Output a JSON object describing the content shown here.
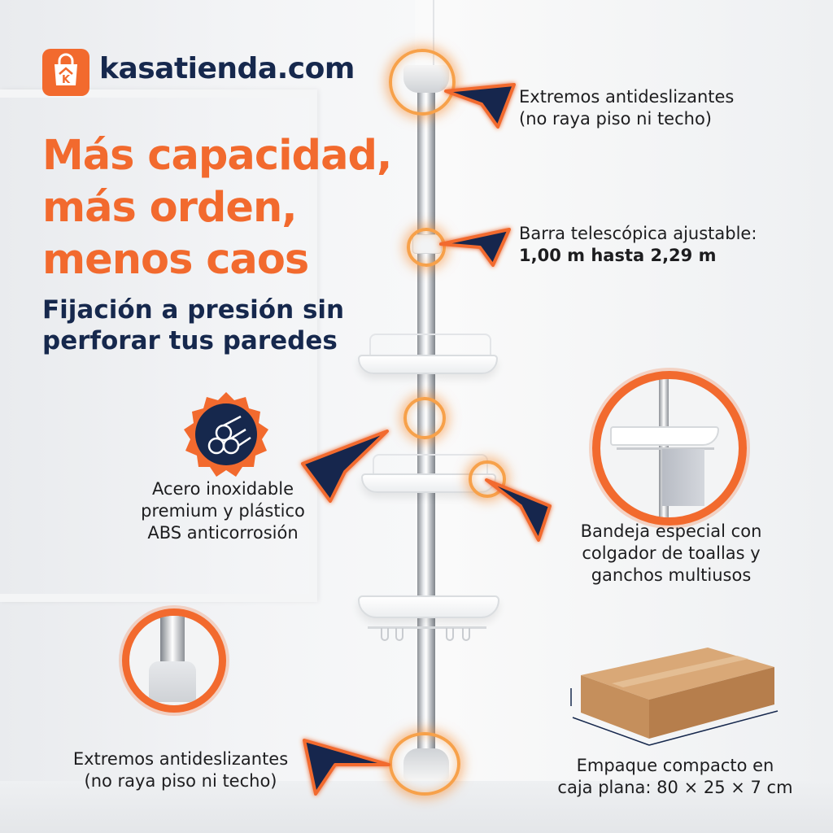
{
  "brand": {
    "name": "kasatienda.com",
    "icon": "shopping-bag-k-icon",
    "color": "#f26a2e"
  },
  "headline": {
    "line1": "Más capacidad,",
    "line2": "más orden,",
    "line3": "menos caos"
  },
  "subheadline": {
    "line1": "Fijación a presión sin",
    "line2": "perforar tus paredes"
  },
  "callouts": {
    "top_ends": {
      "line1": "Extremos antideslizantes",
      "line2": "(no raya piso ni techo)"
    },
    "telescopic": {
      "line1": "Barra telescópica ajustable:",
      "line2": "1,00 m hasta 2,29 m"
    },
    "material": {
      "line1": "Acero inoxidable",
      "line2": "premium y plástico",
      "line3": "ABS anticorrosión",
      "icon": "steel-tubes-icon"
    },
    "special_tray": {
      "line1": "Bandeja especial con",
      "line2": "colgador de toallas y",
      "line3": "ganchos multiusos"
    },
    "bottom_ends": {
      "line1": "Extremos antideslizantes",
      "line2": "(no raya piso ni techo)"
    },
    "packaging": {
      "line1": "Empaque compacto en",
      "line2": "caja plana: 80 × 25 × 7 cm",
      "icon": "cardboard-box-icon"
    }
  },
  "colors": {
    "accent": "#f26a2e",
    "navy": "#16284d",
    "glow": "#f7a14a"
  }
}
